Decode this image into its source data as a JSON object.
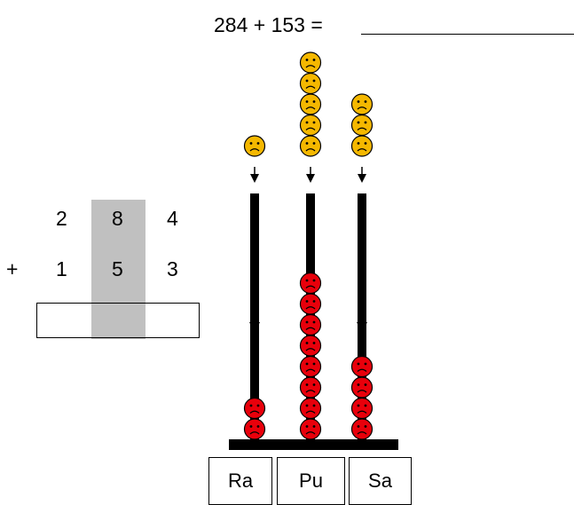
{
  "problem": {
    "equation": "284 + 153 ="
  },
  "column_addition": {
    "row1": [
      "2",
      "8",
      "4"
    ],
    "plus_sign": "+",
    "row2": [
      "1",
      "5",
      "3"
    ],
    "highlighted_column": "tens"
  },
  "abacus": {
    "place_labels": [
      "Ra",
      "Pu",
      "Sa"
    ],
    "rods": [
      {
        "place": "Ra",
        "beads_on_rod": 2,
        "beads_to_add": 1
      },
      {
        "place": "Pu",
        "beads_on_rod": 8,
        "beads_to_add": 5
      },
      {
        "place": "Sa",
        "beads_on_rod": 4,
        "beads_to_add": 3
      }
    ],
    "bead_on_rod_color": "#e8000b",
    "bead_to_add_color": "#f5b800",
    "bead_face": "frowning-smiley"
  }
}
